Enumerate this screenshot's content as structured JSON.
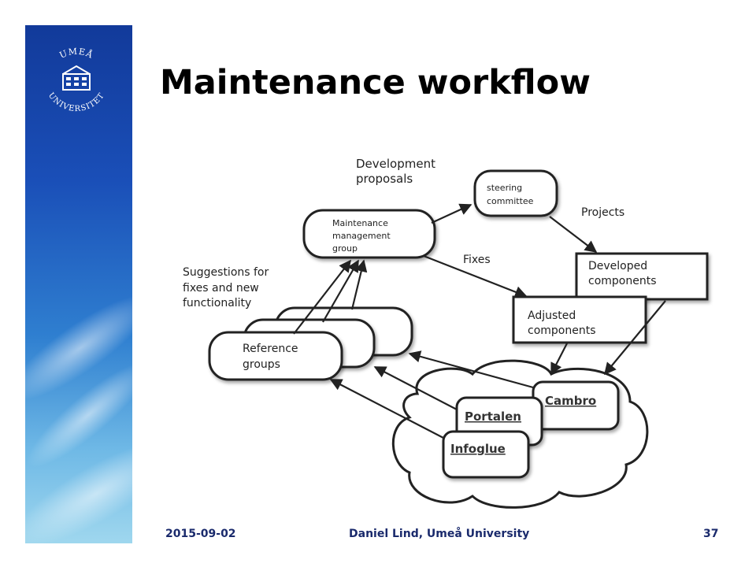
{
  "slide": {
    "title": "Maintenance workflow",
    "logo": {
      "text_top": "UMEÅ",
      "text_bottom": "UNIVERSITET",
      "icon": "umea-university-seal-icon"
    },
    "footer": {
      "date": "2015-09-02",
      "author": "Daniel Lind, Umeå University",
      "page_number": "37"
    },
    "colors": {
      "title": "#000000",
      "footer": "#1a2a6c",
      "side_band_top": "#123a9a",
      "side_band_bottom": "#9fd7ee"
    }
  },
  "diagram": {
    "labels": {
      "development_proposals_1": "Development",
      "development_proposals_2": "proposals",
      "projects": "Projects",
      "fixes": "Fixes",
      "suggestions_1": "Suggestions for",
      "suggestions_2": "fixes and new",
      "suggestions_3": "functionality"
    },
    "nodes": {
      "steering_committee_1": "steering",
      "steering_committee_2": "committee",
      "maintenance_group_1": "Maintenance",
      "maintenance_group_2": "management",
      "maintenance_group_3": "group",
      "developed_components_1": "Developed",
      "developed_components_2": "components",
      "adjusted_components_1": "Adjusted",
      "adjusted_components_2": "components",
      "reference_groups_1": "Reference",
      "reference_groups_2": "groups",
      "cambro": "Cambro",
      "portalen": "Portalen",
      "infoglue": "Infoglue"
    }
  }
}
